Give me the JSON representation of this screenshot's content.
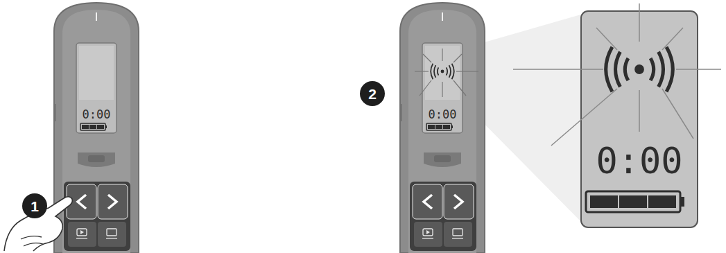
{
  "diagram": {
    "labels": [
      "1",
      "0:00",
      "2",
      "0:00",
      "0:00"
    ]
  }
}
